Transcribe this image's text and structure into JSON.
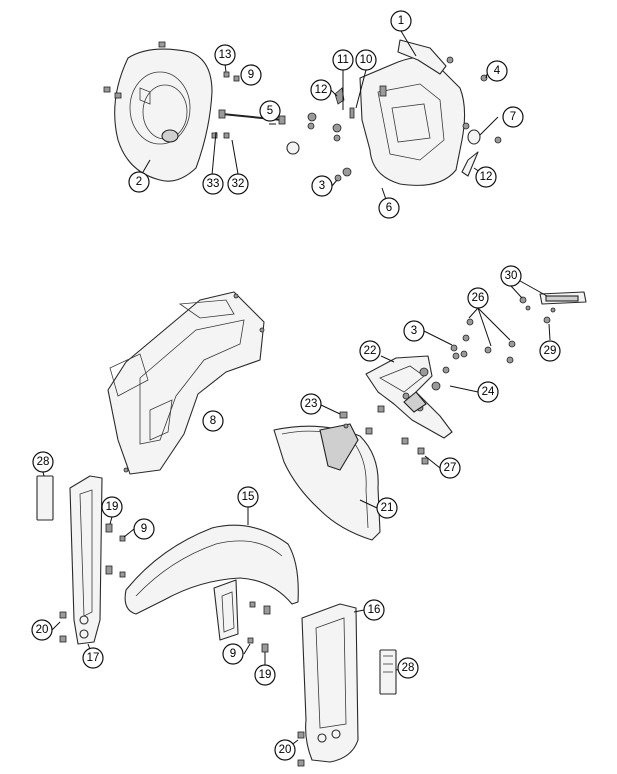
{
  "callouts": {
    "c1": "1",
    "c2": "2",
    "c3a": "3",
    "c3b": "3",
    "c4": "4",
    "c5": "5",
    "c6": "6",
    "c7": "7",
    "c8": "8",
    "c9a": "9",
    "c9b": "9",
    "c9c": "9",
    "c10": "10",
    "c11": "11",
    "c12a": "12",
    "c12b": "12",
    "c13": "13",
    "c15": "15",
    "c16": "16",
    "c17": "17",
    "c19a": "19",
    "c19b": "19",
    "c20a": "20",
    "c20b": "20",
    "c21": "21",
    "c22": "22",
    "c23": "23",
    "c24": "24",
    "c26": "26",
    "c27": "27",
    "c28a": "28",
    "c28b": "28",
    "c29": "29",
    "c30": "30",
    "c32": "32",
    "c33": "33"
  }
}
